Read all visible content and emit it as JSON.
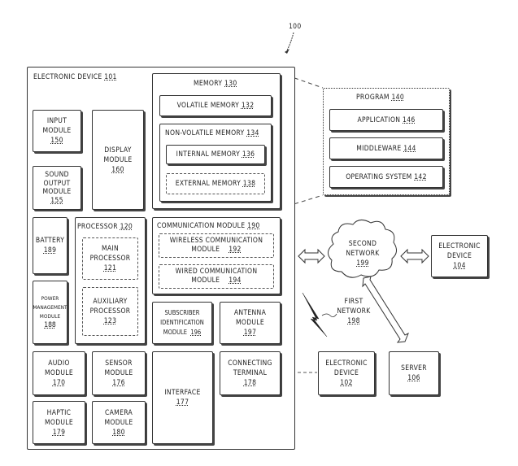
{
  "figure_ref": "100",
  "electronic_device_101": {
    "label": "ELECTRONIC DEVICE",
    "ref": "101"
  },
  "memory": {
    "label": "MEMORY",
    "ref": "130"
  },
  "volatile_memory": {
    "label": "VOLATILE MEMORY",
    "ref": "132"
  },
  "non_volatile_memory": {
    "label": "NON-VOLATILE MEMORY",
    "ref": "134"
  },
  "internal_memory": {
    "label": "INTERNAL MEMORY",
    "ref": "136"
  },
  "external_memory": {
    "label": "EXTERNAL MEMORY",
    "ref": "138"
  },
  "program": {
    "label": "PROGRAM",
    "ref": "140"
  },
  "application": {
    "label": "APPLICATION",
    "ref": "146"
  },
  "middleware": {
    "label": "MIDDLEWARE",
    "ref": "144"
  },
  "operating_system": {
    "label": "OPERATING SYSTEM",
    "ref": "142"
  },
  "input_module": {
    "line1": "INPUT",
    "line2": "MODULE",
    "ref": "150"
  },
  "display_module": {
    "line1": "DISPLAY",
    "line2": "MODULE",
    "ref": "160"
  },
  "sound_output_module": {
    "line1": "SOUND",
    "line2": "OUTPUT",
    "line3": "MODULE",
    "ref": "155"
  },
  "battery": {
    "label": "BATTERY",
    "ref": "189"
  },
  "power_management": {
    "line1": "POWER",
    "line2": "MANAGEMENT",
    "line3": "MODULE",
    "ref": "188"
  },
  "processor": {
    "label": "PROCESSOR",
    "ref": "120"
  },
  "main_processor": {
    "line1": "MAIN",
    "line2": "PROCESSOR",
    "ref": "121"
  },
  "auxiliary_processor": {
    "line1": "AUXILIARY",
    "line2": "PROCESSOR",
    "ref": "123"
  },
  "communication_module": {
    "label": "COMMUNICATION MODULE",
    "ref": "190"
  },
  "wireless_comm": {
    "line1": "WIRELESS COMMUNICATION",
    "line2": "MODULE",
    "ref": "192"
  },
  "wired_comm": {
    "line1": "WIRED COMMUNICATION",
    "line2": "MODULE",
    "ref": "194"
  },
  "subscriber_id": {
    "line1": "SUBSCRIBER",
    "line2": "IDENTIFICATION",
    "line3": "MODULE",
    "ref": "196"
  },
  "antenna_module": {
    "line1": "ANTENNA",
    "line2": "MODULE",
    "ref": "197"
  },
  "audio_module": {
    "line1": "AUDIO",
    "line2": "MODULE",
    "ref": "170"
  },
  "sensor_module": {
    "line1": "SENSOR",
    "line2": "MODULE",
    "ref": "176"
  },
  "interface": {
    "label": "INTERFACE",
    "ref": "177"
  },
  "connecting_terminal": {
    "line1": "CONNECTING",
    "line2": "TERMINAL",
    "ref": "178"
  },
  "haptic_module": {
    "line1": "HAPTIC",
    "line2": "MODULE",
    "ref": "179"
  },
  "camera_module": {
    "line1": "CAMERA",
    "line2": "MODULE",
    "ref": "180"
  },
  "second_network": {
    "line1": "SECOND",
    "line2": "NETWORK",
    "ref": "199"
  },
  "first_network": {
    "line1": "FIRST",
    "line2": "NETWORK",
    "ref": "198"
  },
  "electronic_device_104": {
    "line1": "ELECTRONIC",
    "line2": "DEVICE",
    "ref": "104"
  },
  "electronic_device_102": {
    "line1": "ELECTRONIC",
    "line2": "DEVICE",
    "ref": "102"
  },
  "server": {
    "label": "SERVER",
    "ref": "106"
  }
}
